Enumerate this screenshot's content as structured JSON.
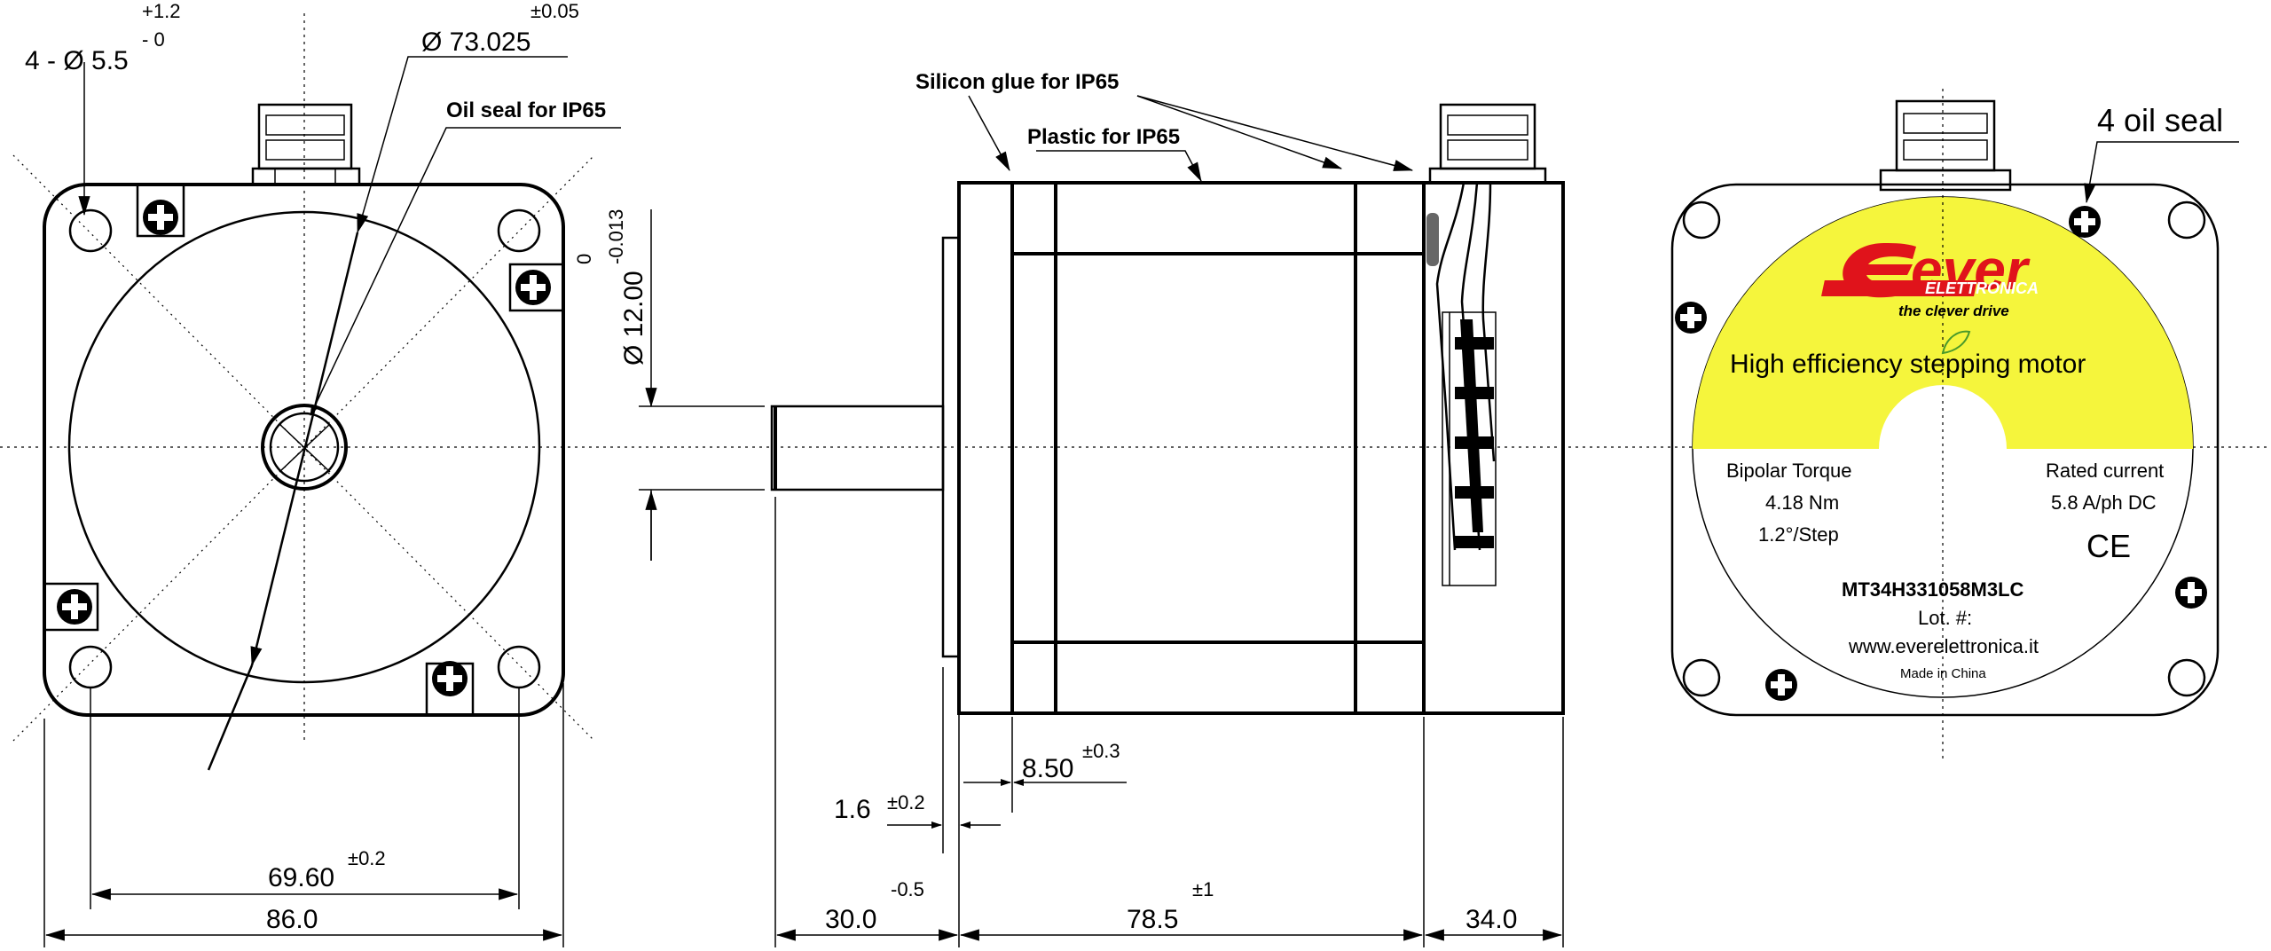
{
  "front_view": {
    "hole_dim": "4 - Ø 5.5",
    "hole_tol_upper": "+1.2",
    "hole_tol_lower": "- 0",
    "bolt_circle_dim": "Ø 73.025",
    "bolt_circle_tol": "±0.05",
    "oil_seal_note": "Oil seal for IP65",
    "hole_spacing_dim": "69.60",
    "hole_spacing_tol": "±0.2",
    "width_dim": "86.0"
  },
  "shaft": {
    "diameter_dim": "Ø 12.00",
    "tol_upper": "0",
    "tol_lower": "-0.013"
  },
  "side_view": {
    "silicon_glue_note": "Silicon glue for IP65",
    "plastic_note": "Plastic for IP65",
    "flange_dim": "8.50",
    "flange_tol": "±0.3",
    "pilot_dim": "1.6",
    "pilot_tol": "±0.2",
    "shaft_length_dim": "30.0",
    "shaft_length_tol": "-0.5",
    "body_length_dim": "78.5",
    "body_length_tol": "±1",
    "rear_length_dim": "34.0"
  },
  "rear_view": {
    "oil_seal_note": "4 oil seal",
    "brand_name": "ever",
    "brand_sub": "ELETTRONICA",
    "tagline": "the clever drive",
    "headline": "High efficiency stepping motor",
    "spec_left_title": "Bipolar Torque",
    "spec_left_value": "4.18 Nm",
    "spec_left_step": "1.2°/Step",
    "spec_right_title": "Rated current",
    "spec_right_value": "5.8 A/ph DC",
    "ce_mark": "CE",
    "model": "MT34H331058M3LC",
    "lot": "Lot.  #:",
    "website": "www.everelettronica.it",
    "made_in": "Made in China"
  },
  "colors": {
    "label_yellow": "#f5f53c",
    "brand_red": "#e0131b",
    "line": "#000000"
  }
}
